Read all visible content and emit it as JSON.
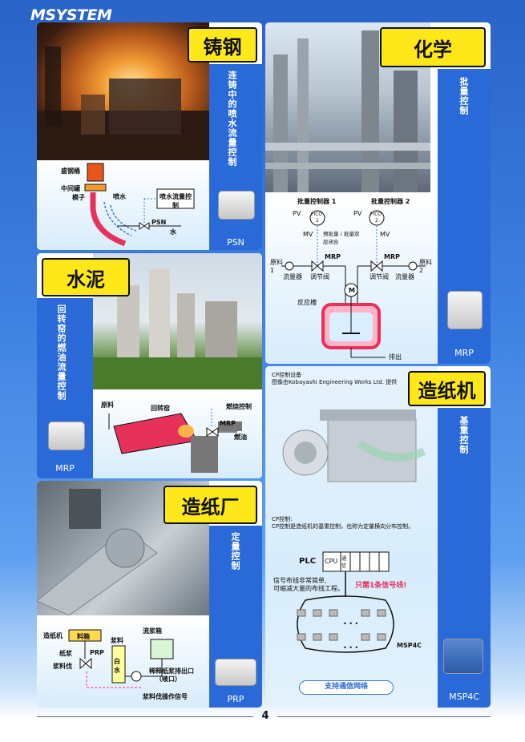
{
  "header": {
    "logo": "MSYSTEM"
  },
  "page_number": "4",
  "steel": {
    "title": "铸钢",
    "subtitle": "连铸中的喷水流量控制",
    "product": "PSN",
    "labels": {
      "ladle": "盛钢桶",
      "tundish": "中间罐",
      "mold": "模子",
      "spray": "喷水",
      "control": "喷水流量控制",
      "valve": "PSN",
      "water": "水"
    }
  },
  "chemical": {
    "title": "化学",
    "subtitle": "批量控制",
    "product": "MRP",
    "labels": {
      "ctrl1": "批量控制器 1",
      "ctrl2": "批量控制器 2",
      "pv1": "PV",
      "pv2": "PV",
      "fico1": "FICO",
      "fico1n": "1",
      "fico2": "FICO",
      "fico2n": "2",
      "mv1": "MV",
      "mv2": "MV",
      "note": "预批量 / 批量双层闭合",
      "mrp1": "MRP",
      "mrp2": "MRP",
      "mat1": "原料 1",
      "mat2": "原料 2",
      "flow1": "流量器",
      "flow2": "流量器",
      "valve1": "调节阀",
      "valve2": "调节阀",
      "motor": "M",
      "tank": "反应槽",
      "out": "排出"
    }
  },
  "cement": {
    "title": "水泥",
    "subtitle": "回转窑的燃油流量控制",
    "product": "MRP",
    "labels": {
      "material": "原料",
      "kiln": "回转窑",
      "control": "燃烧控制",
      "mrp": "MRP",
      "fuel": "燃油"
    }
  },
  "papermachine": {
    "title": "造纸机",
    "subtitle": "基重控制",
    "product": "MSP4C",
    "credit1": "CP控制设备",
    "credit2": "图像由Kobayashi Engineering Works Ltd. 提供",
    "note1": "CP控制:",
    "note2": "CP控制是造纸机的基重控制，也称为定量横向分布控制。",
    "plc": "PLC",
    "cpu": "CPU",
    "comm": "通信",
    "wiring1": "信号布线非常简单,",
    "wiring2": "可缩减大量的布线工程。",
    "highlight": "只需1条信号线!",
    "ellipsis1": "• • •",
    "ellipsis2": "• • •",
    "device": "MSP4C",
    "network": "支持通信网络"
  },
  "papermill": {
    "title": "造纸厂",
    "subtitle": "定量控制",
    "product": "PRP",
    "labels": {
      "machine": "造纸机",
      "box": "料箱",
      "stock": "纸浆",
      "prp": "PRP",
      "pump_label": "浆料伐",
      "slurry": "浆料",
      "white": "白水",
      "flowbox": "流浆箱",
      "outlet1": "稀释纸浆排出口",
      "outlet2": "（唛口）",
      "signal": "浆料伐操作信号"
    }
  },
  "colors": {
    "title_yellow": "#ffe81a",
    "panel_blue": "#2a6ad8",
    "diagram_red": "#e8315a",
    "pink": "#ff6ea8"
  }
}
